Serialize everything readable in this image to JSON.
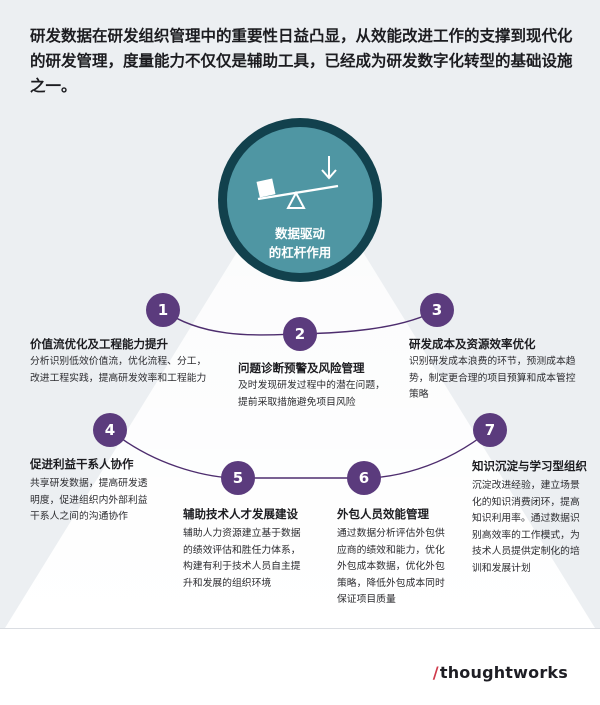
{
  "intro": "研发数据在研发组织管理中的重要性日益凸显，从效能改进工作的支撑到现代化的研发管理，度量能力不仅仅是辅助工具，已经成为研发数字化转型的基础设施之一。",
  "hub": {
    "line1": "数据驱动",
    "line2": "的杠杆作用"
  },
  "items": [
    {
      "num": "1",
      "title": "价值流优化及工程能力提升",
      "desc": "分析识别低效价值流，优化流程、分工，改进工程实践，提高研发效率和工程能力"
    },
    {
      "num": "2",
      "title": "问题诊断预警及风险管理",
      "desc": "及时发现研发过程中的潜在问题，提前采取措施避免项目风险"
    },
    {
      "num": "3",
      "title": "研发成本及资源效率优化",
      "desc": "识别研发成本浪费的环节，预测成本趋势，制定更合理的项目预算和成本管控策略"
    },
    {
      "num": "4",
      "title": "促进利益干系人协作",
      "desc": "共享研发数据，提高研发透明度，促进组织内外部利益干系人之间的沟通协作"
    },
    {
      "num": "5",
      "title": "辅助技术人才发展建设",
      "desc": "辅助人力资源建立基于数据的绩效评估和胜任力体系，构建有利于技术人员自主提升和发展的组织环境"
    },
    {
      "num": "6",
      "title": "外包人员效能管理",
      "desc": "通过数据分析评估外包供应商的绩效和能力，优化外包成本数据，优化外包策略，降低外包成本同时保证项目质量"
    },
    {
      "num": "7",
      "title": "知识沉淀与学习型组织",
      "desc": "沉淀改进经验，建立场景化的知识消费闭环，提高知识利用率。通过数据识别高效率的工作模式，为技术人员提供定制化的培训和发展计划"
    }
  ],
  "brand": {
    "slash": "/",
    "name": "thoughtworks"
  },
  "colors": {
    "badge": "#5b3b7d",
    "hub_fill": "#4f96a3",
    "hub_ring": "#12414d",
    "line": "#4d2d6e",
    "brand_slash": "#cf3a4b"
  }
}
